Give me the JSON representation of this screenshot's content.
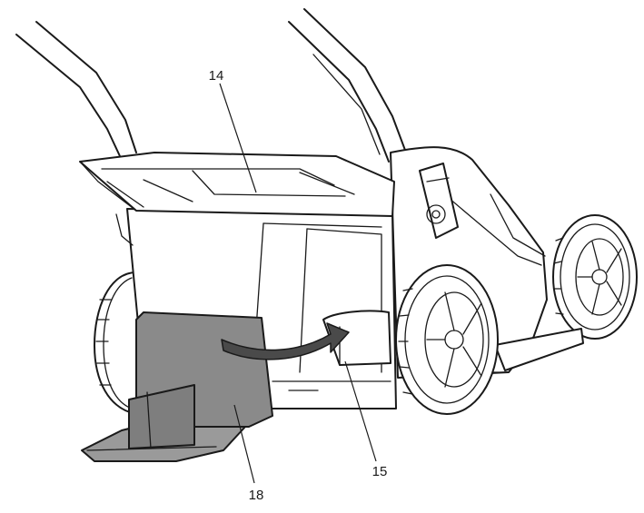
{
  "callouts": {
    "c14": "14",
    "c15": "15",
    "c18": "18"
  },
  "colors": {
    "line": "#1a1a1a",
    "panel_fill": "#8a8a8a",
    "arrow_fill": "#4a4a4a",
    "wheel_fill": "#ffffff"
  }
}
